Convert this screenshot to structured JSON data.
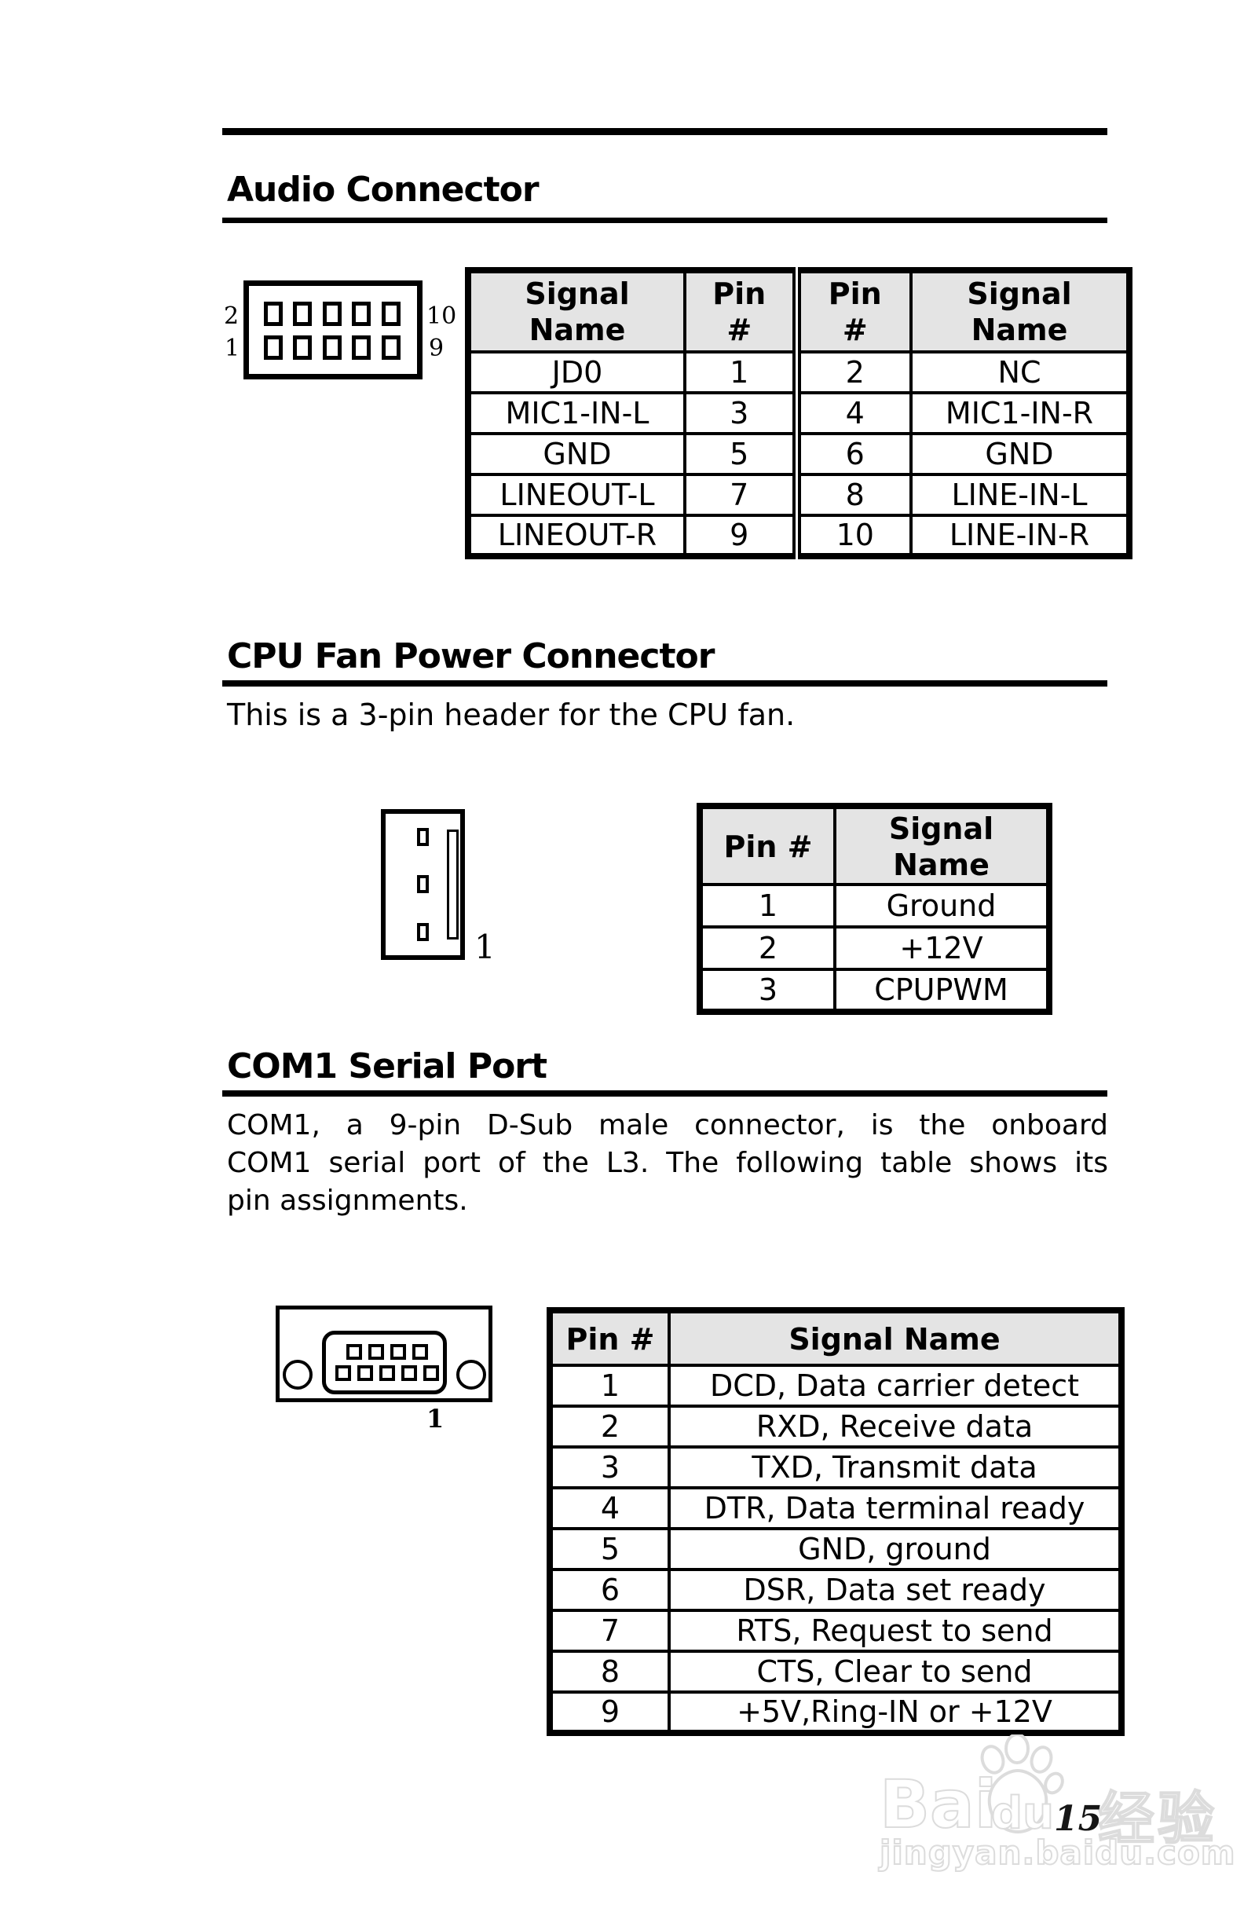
{
  "audio": {
    "title": "Audio Connector",
    "diagram": {
      "top_left": "2",
      "bottom_left": "1",
      "top_right": "10",
      "bottom_right": "9"
    },
    "table": {
      "headers": [
        "Signal\nName",
        "Pin\n#",
        "Pin\n#",
        "Signal\nName"
      ],
      "rows": [
        [
          "JD0",
          "1",
          "2",
          "NC"
        ],
        [
          "MIC1-IN-L",
          "3",
          "4",
          "MIC1-IN-R"
        ],
        [
          "GND",
          "5",
          "6",
          "GND"
        ],
        [
          "LINEOUT-L",
          "7",
          "8",
          "LINE-IN-L"
        ],
        [
          "LINEOUT-R",
          "9",
          "10",
          "LINE-IN-R"
        ]
      ]
    }
  },
  "cpu_fan": {
    "title": "CPU Fan Power Connector",
    "description": "This is a 3-pin header for the CPU fan.",
    "diagram": {
      "pin1_label": "1"
    },
    "table": {
      "headers": [
        "Pin #",
        "Signal\nName"
      ],
      "rows": [
        [
          "1",
          "Ground"
        ],
        [
          "2",
          "+12V"
        ],
        [
          "3",
          "CPUPWM"
        ]
      ]
    }
  },
  "com1": {
    "title": "COM1 Serial Port",
    "paragraph_lines": [
      "COM1, a 9-pin D-Sub male connector, is the onboard",
      "COM1 serial port of the L3. The following table shows its",
      "pin assignments."
    ],
    "diagram": {
      "pin1_label": "1"
    },
    "table": {
      "headers": [
        "Pin #",
        "Signal Name"
      ],
      "rows": [
        [
          "1",
          "DCD, Data carrier detect"
        ],
        [
          "2",
          "RXD, Receive data"
        ],
        [
          "3",
          "TXD, Transmit data"
        ],
        [
          "4",
          "DTR, Data terminal ready"
        ],
        [
          "5",
          "GND, ground"
        ],
        [
          "6",
          "DSR, Data set ready"
        ],
        [
          "7",
          "RTS, Request to send"
        ],
        [
          "8",
          "CTS, Clear to send"
        ],
        [
          "9",
          "+5V,Ring-IN or +12V"
        ]
      ]
    }
  },
  "watermark": {
    "brand_left": "Bai",
    "brand_right": "du",
    "brand_cn": "经验",
    "site_url": "jingyan.baidu.com"
  },
  "page_number": "15",
  "colors": {
    "table_header_bg": "#e4e4e4",
    "border": "#000000",
    "watermark": "#dcdcdc"
  }
}
